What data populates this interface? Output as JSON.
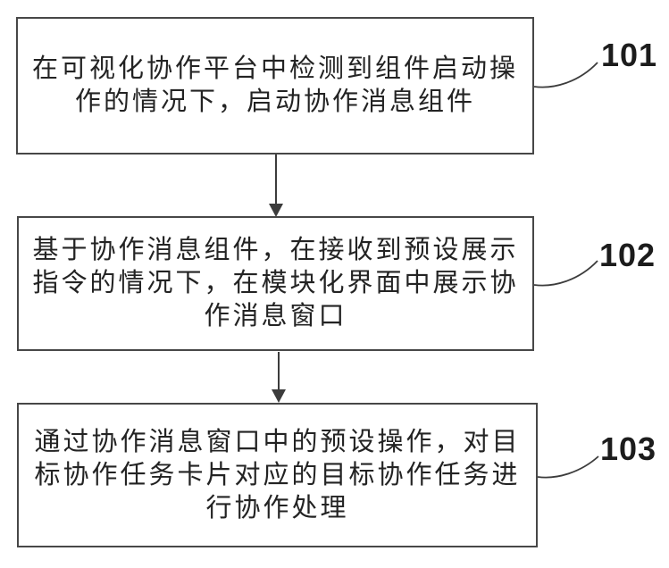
{
  "figure": {
    "type": "flowchart",
    "background_color": "#ffffff",
    "box_border_color": "#474747",
    "text_color": "#232323",
    "connector_color": "#3c3c3c"
  },
  "steps": [
    {
      "ref": "101",
      "text": "在可视化协作平台中检测到组件启动操\n作的情况下，启动协作消息组件"
    },
    {
      "ref": "102",
      "text": "基于协作消息组件，在接收到预设展示\n指令的情况下，在模块化界面中展示协\n作消息窗口"
    },
    {
      "ref": "103",
      "text": "通过协作消息窗口中的预设操作，对目\n标协作任务卡片对应的目标协作任务进\n行协作处理"
    }
  ]
}
